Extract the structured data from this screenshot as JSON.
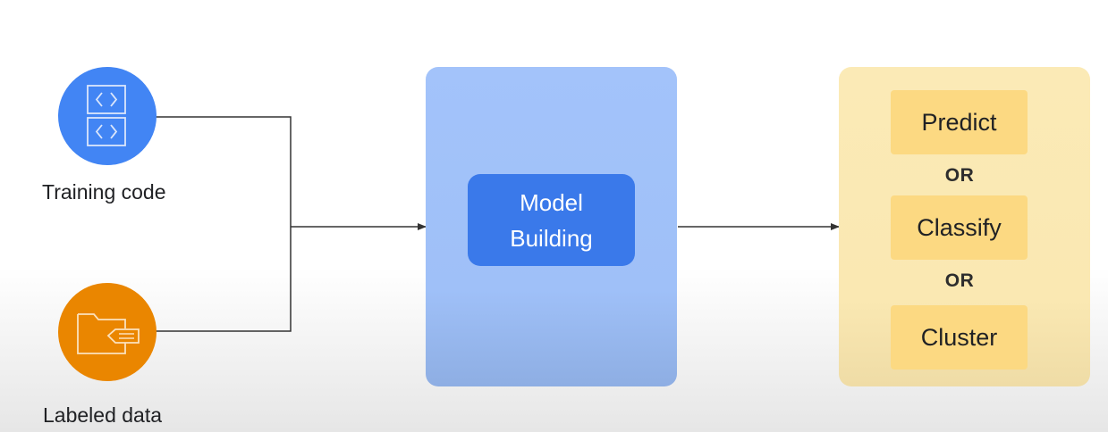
{
  "inputs": [
    {
      "label": "Training code",
      "icon": "code-icon",
      "color": "#4285f4"
    },
    {
      "label": "Labeled data",
      "icon": "folder-data-icon",
      "color": "#ea8600"
    }
  ],
  "center": {
    "line1": "Model",
    "line2": "Building",
    "color": "#3a79ea"
  },
  "outputs": {
    "items": [
      "Predict",
      "Classify",
      "Cluster"
    ],
    "separator": "OR",
    "color": "#fcd982"
  }
}
